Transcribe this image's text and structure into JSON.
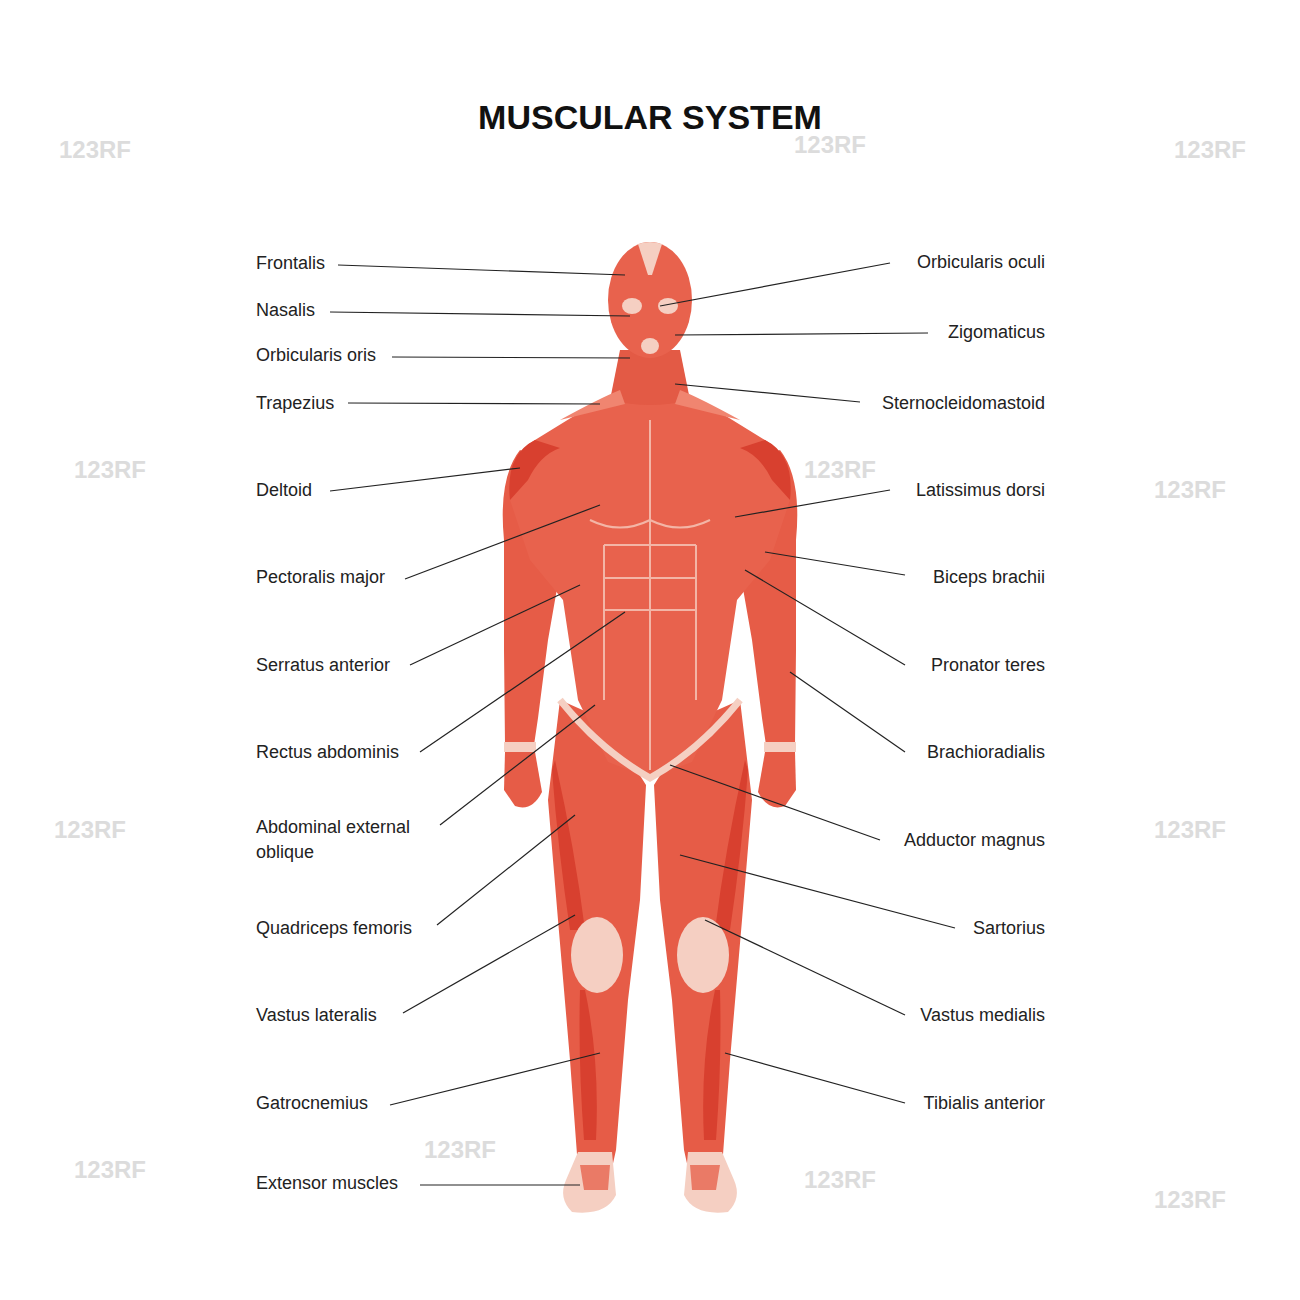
{
  "diagram": {
    "title": "MUSCULAR SYSTEM",
    "labels": [
      "Frontalis",
      "Nasalis",
      "Orbicularis oris",
      "Trapezius",
      "Deltoid",
      "Pectoralis major",
      "Serratus anterior",
      "Rectus abdominis",
      "Abdominal external oblique",
      "Quadriceps femoris",
      "Vastus lateralis",
      "Gatrocnemius",
      "Extensor muscles",
      "Orbicularis oculi",
      "Zigomaticus",
      "Sternocleidomastoid",
      "Latissimus dorsi",
      "Biceps brachii",
      "Pronator teres",
      "Brachioradialis",
      "Adductor magnus",
      "Sartorius",
      "Vastus medialis",
      "Tibialis anterior",
      "123RF",
      "123RF",
      "123RF",
      "123RF",
      "123RF",
      "123RF",
      "123RF",
      "123RF",
      "123RF",
      "123RF",
      "123RF",
      "123RF"
    ]
  }
}
